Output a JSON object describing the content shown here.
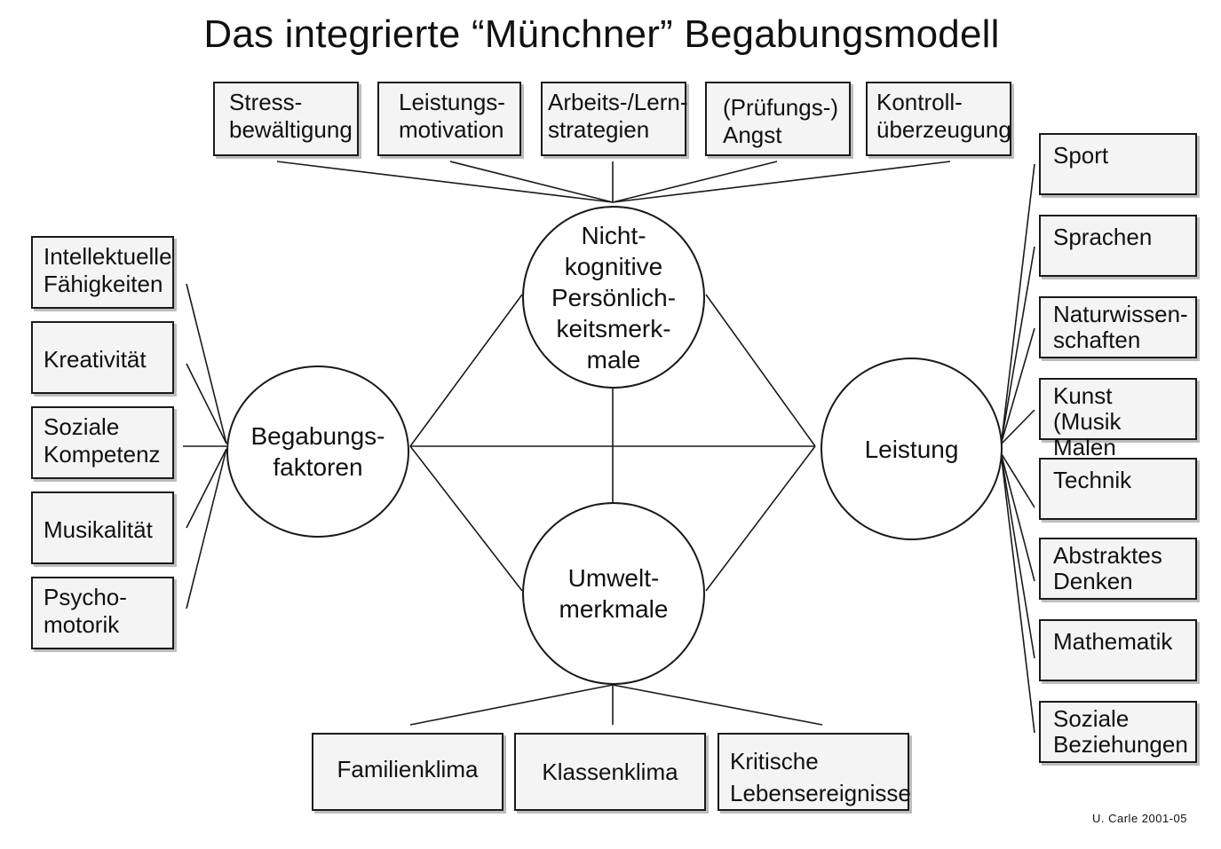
{
  "title": "Das integrierte “Münchner” Begabungsmodell",
  "circles": {
    "begabungsfaktoren": "Begabungs-\nfaktoren",
    "nichtkognitive": "Nicht-\nkognitive\nPersönlich-\nkeitsmerk-\nmale",
    "umweltmerkmale": "Umwelt-\nmerkmale",
    "leistung": "Leistung"
  },
  "top_boxes": [
    "Stress-\nbewältigung",
    "Leistungs-\nmotivation",
    "Arbeits-/Lern-\nstrategien",
    "(Prüfungs-)\nAngst",
    "Kontroll-\nüberzeugung"
  ],
  "left_boxes": [
    "Intellektuelle\nFähigkeiten",
    "Kreativität",
    "Soziale\nKompetenz",
    "Musikalität",
    "Psycho-\nmotorik"
  ],
  "right_boxes": [
    "Sport",
    "Sprachen",
    "Naturwissen-\nschaften",
    "Kunst (Musik\nMalen",
    "Technik",
    "Abstraktes\nDenken",
    "Mathematik",
    "Soziale\nBeziehungen"
  ],
  "bottom_boxes": [
    "Familienklima",
    "Klassenklima",
    "Kritische\nLebensereignisse"
  ],
  "credit": "U. Carle 2001-05"
}
